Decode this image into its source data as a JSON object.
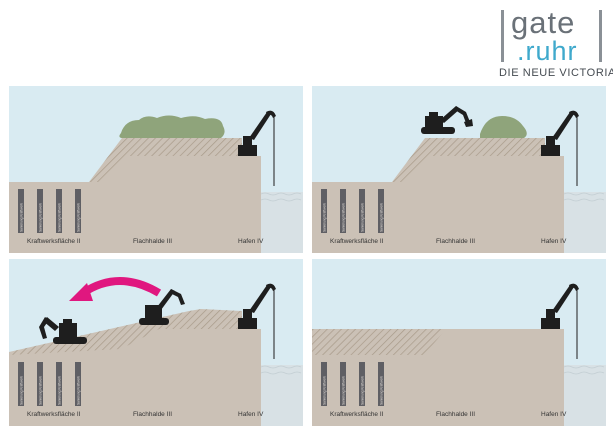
{
  "logo": {
    "word_gate": "gate",
    "word_ruhr": ".ruhr",
    "tagline": "DIE NEUE VICTORIA"
  },
  "labels": {
    "left": "Kraftwerksfläche II",
    "middle": "Flachhalde III",
    "right": "Hafen IV",
    "building": "Sanierung Kraftwerk"
  },
  "colors": {
    "sky": "#d9ebf2",
    "ground": "#cbc1b6",
    "hatch": "#a89a89",
    "vegetation": "#8fa47b",
    "water": "#d8e1e5",
    "machine": "#1e1e1e",
    "building": "#5f5f64",
    "arrow": "#e0177f"
  }
}
